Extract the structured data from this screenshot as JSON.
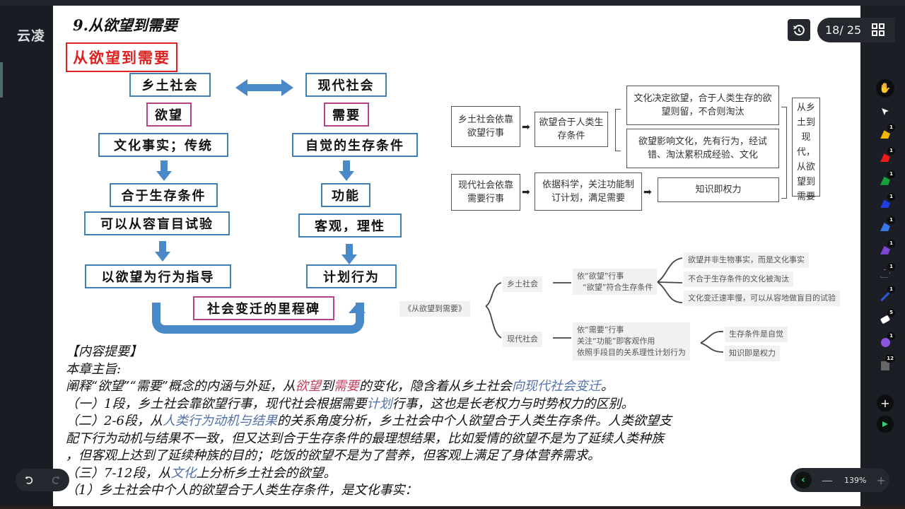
{
  "app": {
    "brand": "云凌",
    "page_indicator": "18/ 25",
    "zoom_level": "139%",
    "tools": [
      {
        "name": "hand-tool",
        "badge": ""
      },
      {
        "name": "pointer-tool",
        "badge": ""
      },
      {
        "name": "yellow-highlighter",
        "color": "#f2b705",
        "badge": "1"
      },
      {
        "name": "red-highlighter",
        "color": "#ee1b1b",
        "badge": "1"
      },
      {
        "name": "green-highlighter",
        "color": "#15a23a",
        "badge": "1"
      },
      {
        "name": "blue-highlighter",
        "color": "#1e3ee6",
        "badge": "1"
      },
      {
        "name": "lightblue-highlighter",
        "color": "#3a7ae8",
        "badge": "1"
      },
      {
        "name": "purple-highlighter",
        "color": "#7b45d6",
        "badge": "1"
      },
      {
        "name": "outline-highlighter",
        "color": "#888888",
        "badge": "1"
      },
      {
        "name": "pen-tool",
        "color": "#2a5bd6",
        "badge": "1"
      },
      {
        "name": "eraser-tool",
        "color": "#ffffff",
        "badge": "5"
      },
      {
        "name": "circle-shape-tool",
        "color": "#8b55e0",
        "badge": "1"
      },
      {
        "name": "template-tool",
        "color": "#777777",
        "badge": "12"
      }
    ]
  },
  "slide": {
    "title": "9.从欲望到需要",
    "red_title": "从欲望到需要",
    "flow_left": {
      "society": "乡土社会",
      "key": "欲望",
      "step1": "文化事实；传统",
      "step2": "合于生存条件",
      "step3": "可以从容盲目试验",
      "step4": "以欲望为行为指导"
    },
    "flow_right": {
      "society": "现代社会",
      "key": "需要",
      "step1": "自觉的生存条件",
      "step2": "功能",
      "step3": "客观，理性",
      "step4": "计划行为"
    },
    "milestone": "社会变迁的里程碑",
    "diagram2": {
      "rural_rule": "乡土社会依靠欲望行事",
      "rural_mid": "欲望合于人类生存条件",
      "rural_a": "文化决定欲望，合于人类生存的欲望则留，不合则淘汰",
      "rural_b": "欲望影响文化，先有行为，经试错、淘汰累积成经验、文化",
      "modern_rule": "现代社会依靠需要行事",
      "modern_mid": "依据科学，关注功能制订计划，满足需要",
      "modern_out": "知识即权力",
      "summary": "从乡土到现代，从欲望到需要"
    },
    "mindmap": {
      "root": "《从欲望到需要》",
      "rural": {
        "label": "乡土社会",
        "desc1": "依“欲望”行事",
        "desc2": "“欲望”符合生存条件",
        "leaves": [
          "欲望并非生物事实，而是文化事实",
          "不合于生存条件的文化被淘汰",
          "文化变迁速率慢，可以从容地做盲目的试验"
        ]
      },
      "modern": {
        "label": "现代社会",
        "desc1": "依“需要”行事",
        "desc2": "关注“功能”即客观作用",
        "desc3": "依照手段目的关系理性计划行为",
        "leaves": [
          "生存条件是自觉",
          "知识即是权力"
        ]
      }
    },
    "summary_text": {
      "heading": "【内容提要】",
      "subheading": "本章主旨:",
      "line1_a": "阐释“欲望”“需要”概念的内涵与外延，从",
      "line1_red1": "欲望",
      "line1_b": "到",
      "line1_red2": "需要",
      "line1_c": "的变化，隐含着从乡土社会",
      "line1_blue": "向现代社会变迁",
      "line1_d": "。",
      "line2_a": "（一）1段，乡土社会靠欲望行事，现代社会根据需要",
      "line2_blue": "计划",
      "line2_b": "行事，这也是长老权力与时势权力的区别。",
      "line3_a": "（二）2-6段，从",
      "line3_blue": "人类行为动机与结果",
      "line3_b": "的关系角度分析，乡土社会中个人欲望合于人类生存条件。人类欲望支",
      "line4": "配下行为动机与结果不一致，但又达到合于生存条件的最理想结果，比如爱情的欲望不是为了延续人类种族",
      "line5": "，但客观上达到了延续种族的目的；吃饭的欲望不是为了营养，但客观上满足了身体营养需求。",
      "line6_a": "（三）7-12段，从",
      "line6_blue": "文化",
      "line6_b": "上分析乡土社会的欲望。",
      "line7": "（1）乡土社会中个人的欲望合于人类生存条件，是文化事实："
    }
  }
}
